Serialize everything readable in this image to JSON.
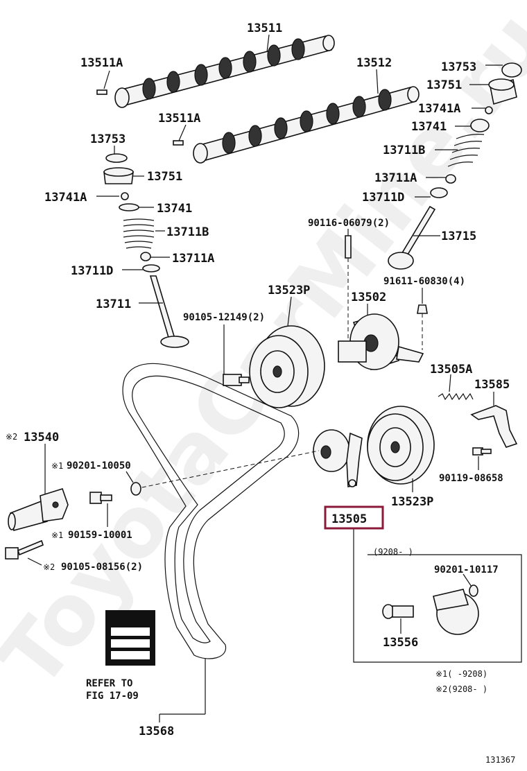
{
  "watermark": "ToyotaCarMine.ru",
  "figure_number": "131367",
  "highlight_color": "#8b1a3a",
  "callouts": {
    "c13511": "13511",
    "c13511A_top": "13511A",
    "c13512": "13512",
    "c13511A_mid": "13511A",
    "c13753_l": "13753",
    "c13751_l": "13751",
    "c13741A_l": "13741A",
    "c13741_l": "13741",
    "c13711B_l": "13711B",
    "c13711A_l": "13711A",
    "c13711D_l": "13711D",
    "c13711": "13711",
    "c13753_r": "13753",
    "c13751_r": "13751",
    "c13741A_r": "13741A",
    "c13741_r": "13741",
    "c13711B_r": "13711B",
    "c13711A_r": "13711A",
    "c13711D_r": "13711D",
    "c13715": "13715",
    "c90116": "90116-06079(2)",
    "c91611": "91611-60830(4)",
    "c13523P_top": "13523P",
    "c13502": "13502",
    "c90105_12149": "90105-12149(2)",
    "c13505A": "13505A",
    "c13585": "13585",
    "c13540": "13540",
    "c90201_10050": "90201-10050",
    "c90119": "90119-08658",
    "c13523P_bot": "13523P",
    "c13505": "13505",
    "c90159": "90159-10001",
    "c90105_08156": "90105-08156(2)",
    "c9208_box": "(9208-     )",
    "c90201_10117": "90201-10117",
    "c13556": "13556",
    "c13568": "13568",
    "refer_line1": "REFER TO",
    "refer_line2": "FIG 17-09"
  },
  "marks": {
    "m2_13540": "※2",
    "m1_90201": "※1",
    "m1_90159": "※1",
    "m2_90105": "※2"
  },
  "footnotes": {
    "note1": "※1(     -9208)",
    "note2": "※2(9208-     )"
  }
}
